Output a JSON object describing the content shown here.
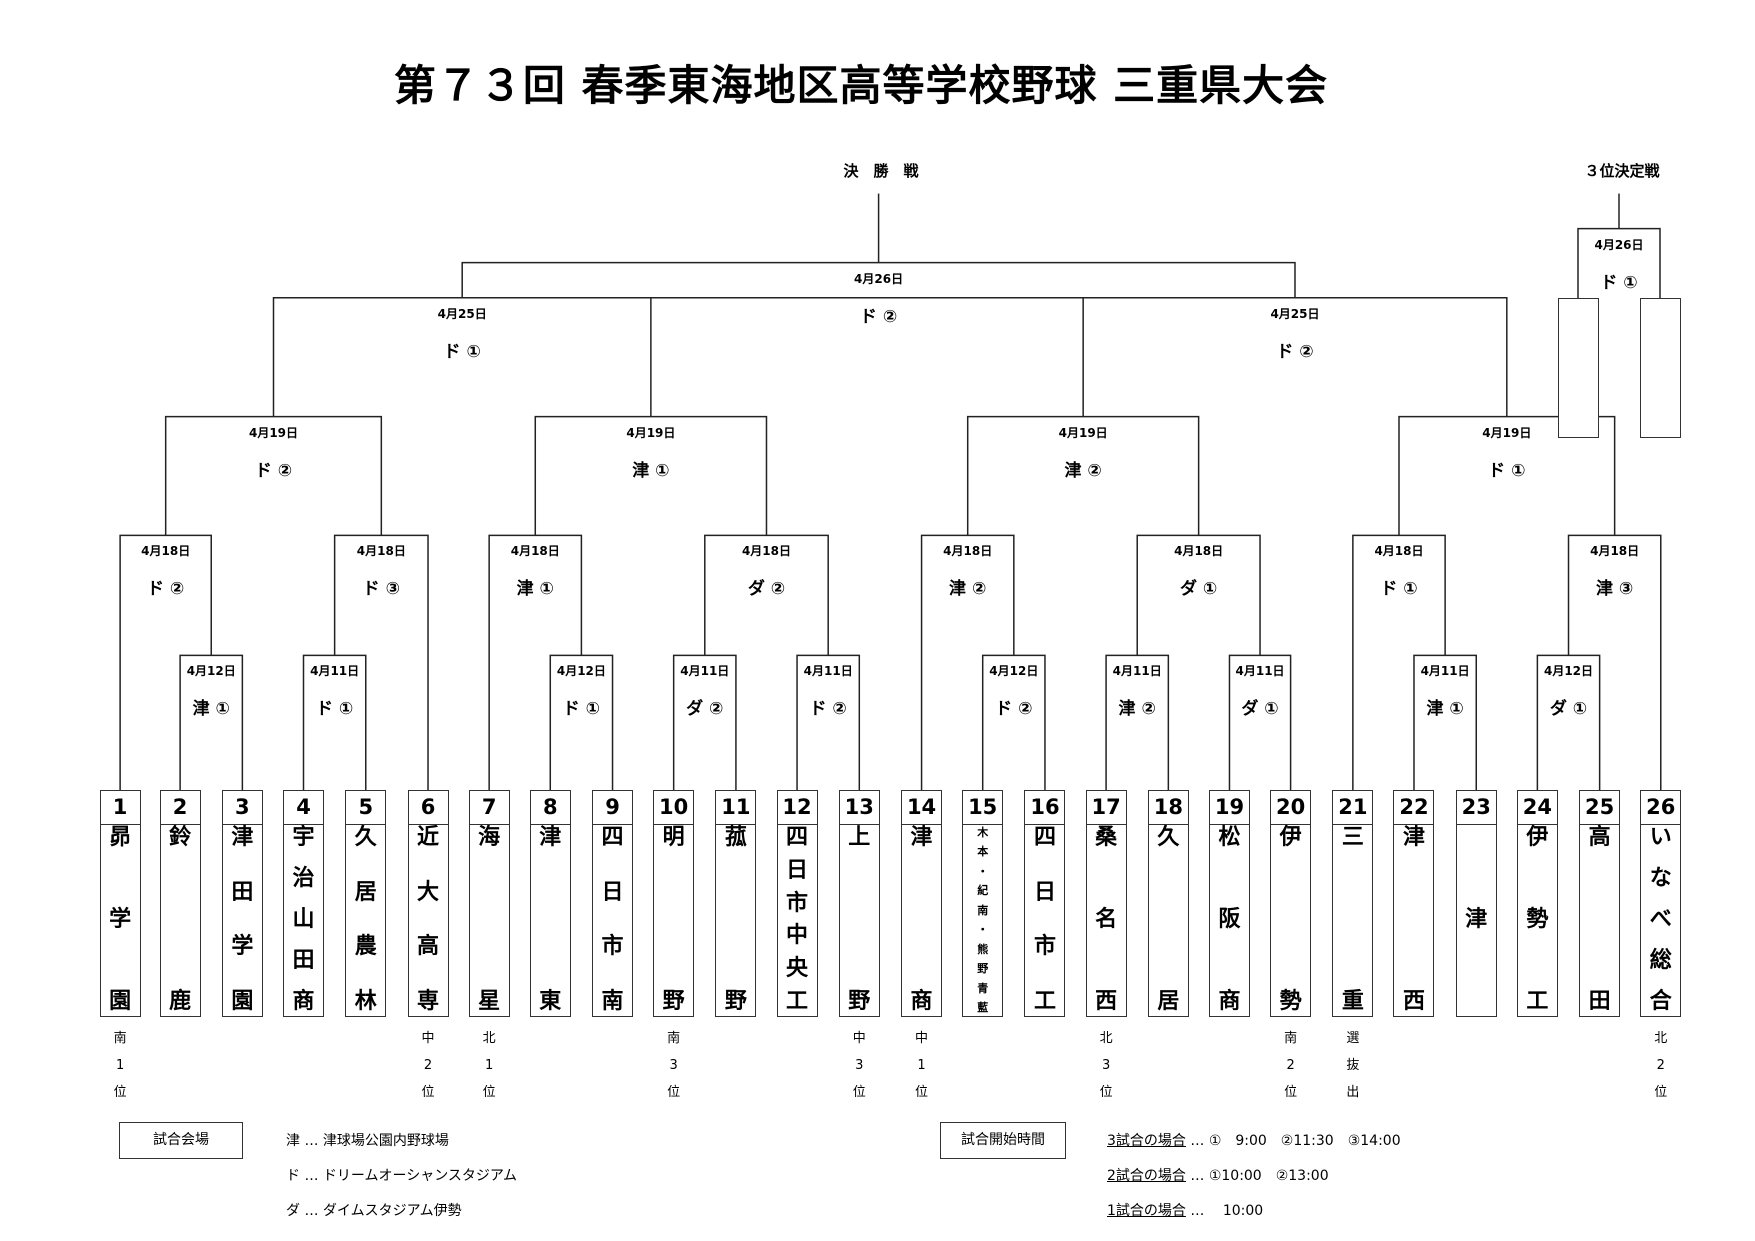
{
  "title": "第７３回 春季東海地区高等学校野球 三重県大会",
  "headers": {
    "final": "決　勝　戦",
    "third_place": "３位決定戦"
  },
  "third_place_match": {
    "date": "4月26日",
    "venue": "ド ①"
  },
  "final_match": {
    "date": "4月26日",
    "venue": "ド ②"
  },
  "semifinals": [
    {
      "date": "4月25日",
      "venue": "ド ①"
    },
    {
      "date": "4月25日",
      "venue": "ド ②"
    }
  ],
  "quarterfinals": [
    {
      "date": "4月19日",
      "venue": "ド ②"
    },
    {
      "date": "4月19日",
      "venue": "津 ①"
    },
    {
      "date": "4月19日",
      "venue": "津 ②"
    },
    {
      "date": "4月19日",
      "venue": "ド ①"
    }
  ],
  "round2": [
    {
      "date": "4月18日",
      "venue": "ド ②"
    },
    {
      "date": "4月18日",
      "venue": "ド ③"
    },
    {
      "date": "4月18日",
      "venue": "津 ①"
    },
    {
      "date": "4月18日",
      "venue": "ダ ②"
    },
    {
      "date": "4月18日",
      "venue": "津 ②"
    },
    {
      "date": "4月18日",
      "venue": "ダ ①"
    },
    {
      "date": "4月18日",
      "venue": "ド ①"
    },
    {
      "date": "4月18日",
      "venue": "津 ③"
    }
  ],
  "round1": [
    {
      "date": "4月12日",
      "venue": "津 ①"
    },
    {
      "date": "4月11日",
      "venue": "ド ①"
    },
    {
      "date": "4月12日",
      "venue": "ド ①"
    },
    {
      "date": "4月11日",
      "venue": "ダ ②"
    },
    {
      "date": "4月11日",
      "venue": "ド ②"
    },
    {
      "date": "4月12日",
      "venue": "ド ②"
    },
    {
      "date": "4月11日",
      "venue": "津 ②"
    },
    {
      "date": "4月11日",
      "venue": "ダ ①"
    },
    {
      "date": "4月11日",
      "venue": "津 ①"
    },
    {
      "date": "4月12日",
      "venue": "ダ ①"
    }
  ],
  "teams": [
    {
      "num": "1",
      "name": [
        "昴",
        "学",
        "園"
      ],
      "note": [
        "南",
        "1",
        "位"
      ]
    },
    {
      "num": "2",
      "name": [
        "鈴",
        "鹿"
      ],
      "note": []
    },
    {
      "num": "3",
      "name": [
        "津",
        "田",
        "学",
        "園"
      ],
      "note": []
    },
    {
      "num": "4",
      "name": [
        "宇",
        "治",
        "山",
        "田",
        "商"
      ],
      "note": []
    },
    {
      "num": "5",
      "name": [
        "久",
        "居",
        "農",
        "林"
      ],
      "note": []
    },
    {
      "num": "6",
      "name": [
        "近",
        "大",
        "高",
        "専"
      ],
      "note": [
        "中",
        "2",
        "位"
      ]
    },
    {
      "num": "7",
      "name": [
        "海",
        "星"
      ],
      "note": [
        "北",
        "1",
        "位"
      ]
    },
    {
      "num": "8",
      "name": [
        "津",
        "東"
      ],
      "note": []
    },
    {
      "num": "9",
      "name": [
        "四",
        "日",
        "市",
        "南"
      ],
      "note": []
    },
    {
      "num": "10",
      "name": [
        "明",
        "野"
      ],
      "note": [
        "南",
        "3",
        "位"
      ]
    },
    {
      "num": "11",
      "name": [
        "菰",
        "野"
      ],
      "note": []
    },
    {
      "num": "12",
      "name": [
        "四",
        "日",
        "市",
        "中",
        "央",
        "工"
      ],
      "note": []
    },
    {
      "num": "13",
      "name": [
        "上",
        "野"
      ],
      "note": [
        "中",
        "3",
        "位"
      ]
    },
    {
      "num": "14",
      "name": [
        "津",
        "商"
      ],
      "note": [
        "中",
        "1",
        "位"
      ]
    },
    {
      "num": "15",
      "name": [
        "木",
        "本",
        "・",
        "紀",
        "南",
        "・",
        "熊",
        "野",
        "青",
        "藍"
      ],
      "note": [],
      "small": true
    },
    {
      "num": "16",
      "name": [
        "四",
        "日",
        "市",
        "工"
      ],
      "note": []
    },
    {
      "num": "17",
      "name": [
        "桑",
        "名",
        "西"
      ],
      "note": [
        "北",
        "3",
        "位"
      ]
    },
    {
      "num": "18",
      "name": [
        "久",
        "居"
      ],
      "note": []
    },
    {
      "num": "19",
      "name": [
        "松",
        "阪",
        "商"
      ],
      "note": []
    },
    {
      "num": "20",
      "name": [
        "伊",
        "勢"
      ],
      "note": [
        "南",
        "2",
        "位"
      ]
    },
    {
      "num": "21",
      "name": [
        "三",
        "重"
      ],
      "note": [
        "選",
        "抜",
        "出"
      ]
    },
    {
      "num": "22",
      "name": [
        "津",
        "西"
      ],
      "note": []
    },
    {
      "num": "23",
      "name": [
        "津"
      ],
      "note": [],
      "center": true
    },
    {
      "num": "24",
      "name": [
        "伊",
        "勢",
        "工"
      ],
      "note": []
    },
    {
      "num": "25",
      "name": [
        "高",
        "田"
      ],
      "note": []
    },
    {
      "num": "26",
      "name": [
        "い",
        "な",
        "べ",
        "総",
        "合"
      ],
      "note": [
        "北",
        "2",
        "位"
      ]
    }
  ],
  "legend": {
    "venue_label": "試合会場",
    "venues": [
      "津 … 津球場公園内野球場",
      "ド … ドリームオーシャンスタジアム",
      "ダ … ダイムスタジアム伊勢"
    ],
    "time_label": "試合開始時間",
    "times": [
      {
        "case": "3試合の場合",
        "times": " …  ①　9:00　②11:30　③14:00"
      },
      {
        "case": "2試合の場合",
        "times": " …  ①10:00　②13:00"
      },
      {
        "case": "1試合の場合",
        "times": " …  　10:00"
      }
    ]
  }
}
